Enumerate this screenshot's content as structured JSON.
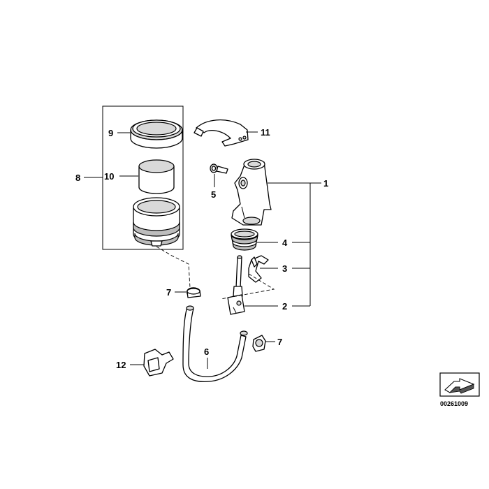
{
  "callouts": {
    "c1": "1",
    "c2": "2",
    "c3": "3",
    "c4": "4",
    "c5": "5",
    "c6": "6",
    "c7a": "7",
    "c7b": "7",
    "c8": "8",
    "c9": "9",
    "c10": "10",
    "c11": "11",
    "c12": "12"
  },
  "reference_number": "00261009",
  "icons": {
    "corner": "arrow-badge-icon"
  }
}
